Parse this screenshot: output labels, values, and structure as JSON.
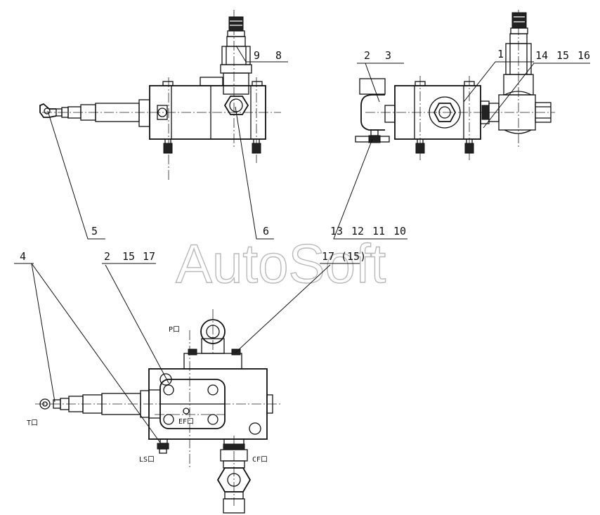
{
  "watermark": "AutoSoft",
  "callouts": {
    "c9": "9",
    "c8": "8",
    "c2a": "2",
    "c3": "3",
    "c1": "1",
    "c14": "14",
    "c15a": "15",
    "c16": "16",
    "c5": "5",
    "c6": "6",
    "c13": "13",
    "c12": "12",
    "c11": "11",
    "c10": "10",
    "c4": "4",
    "c2b": "2",
    "c15b": "15",
    "c17a": "17",
    "c17b": "17",
    "c15p": "(15)"
  },
  "ports": {
    "p": "P口",
    "t": "T口",
    "ef": "EF口",
    "ls": "LS口",
    "cf": "CF口"
  }
}
